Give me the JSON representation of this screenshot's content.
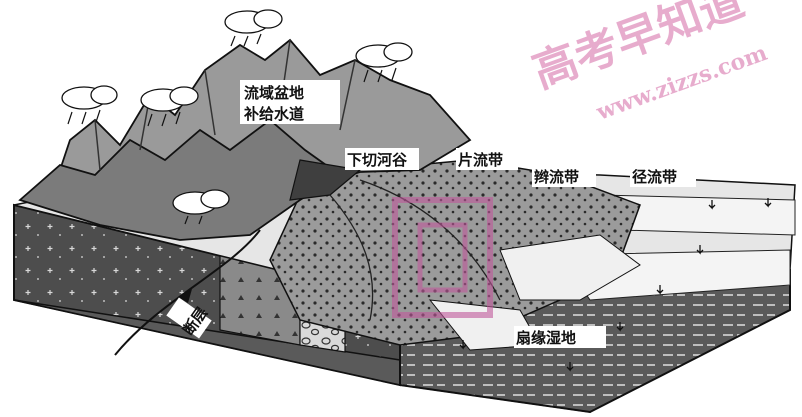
{
  "labels": {
    "basin_line1": "流域盆地",
    "basin_line2": "补给水道",
    "incised_valley": "下切河谷",
    "sheet_flow_zone": "片流带",
    "braided_flow_zone": "辫流带",
    "channel_flow_zone": "径流带",
    "fault": "断层",
    "fan_margin_wetland": "扇缘湿地"
  },
  "watermark": {
    "text": "高考早知道",
    "url": "www.zizzs.com",
    "color": "#d56aa6"
  },
  "colors": {
    "bedrock": "#4d4d4d",
    "block_side": "#6f6f6f",
    "plain": "#e6e6e6",
    "fan": "#8f8f8f",
    "mountain": "#9a9a9a",
    "mountain_dark": "#5c5c5c"
  }
}
